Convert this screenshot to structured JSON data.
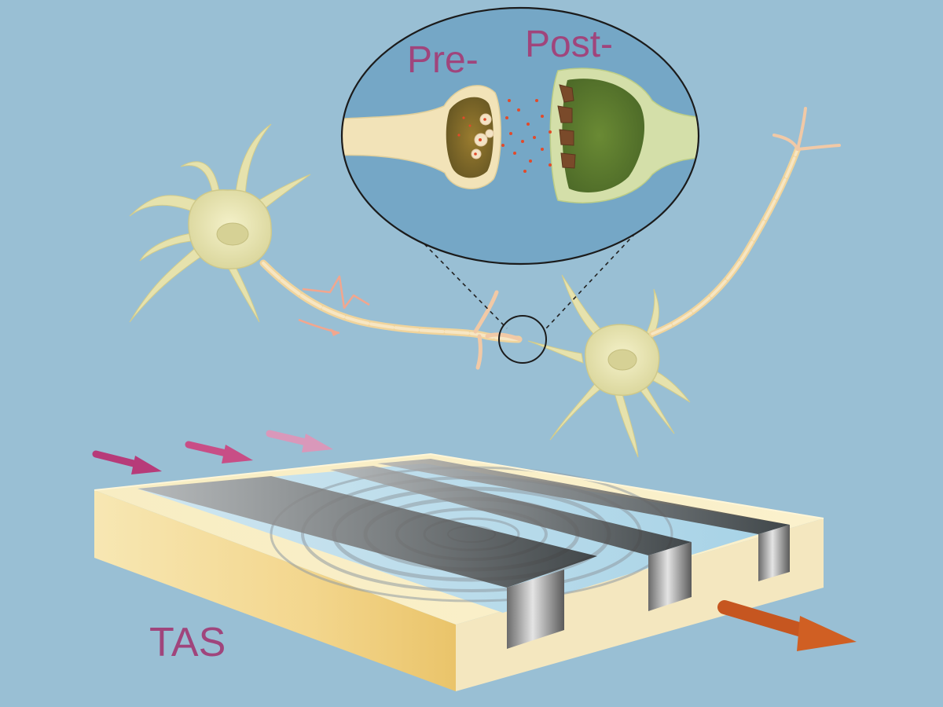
{
  "labels": {
    "pre": "Pre-",
    "post": "Post-",
    "device": "TAS"
  },
  "colors": {
    "background": "#99bfd4",
    "zoom_circle": "#7aaac9",
    "neuron_body": "#e9e6b4",
    "axon": "#f3d9a6",
    "label_text": "#a0457c",
    "substrate": "#f7e8b8",
    "electrode": "#9a9a9a",
    "channel": "#a9d3e6",
    "input_arrow_1": "#b73b79",
    "input_arrow_2": "#c84e86",
    "input_arrow_3": "#d998ba",
    "output_arrow": "#d05f23",
    "presynaptic_terminal": "#7d6a2d",
    "postsynaptic_terminal": "#5f7a2d",
    "neurotransmitter": "#e24a2a"
  }
}
